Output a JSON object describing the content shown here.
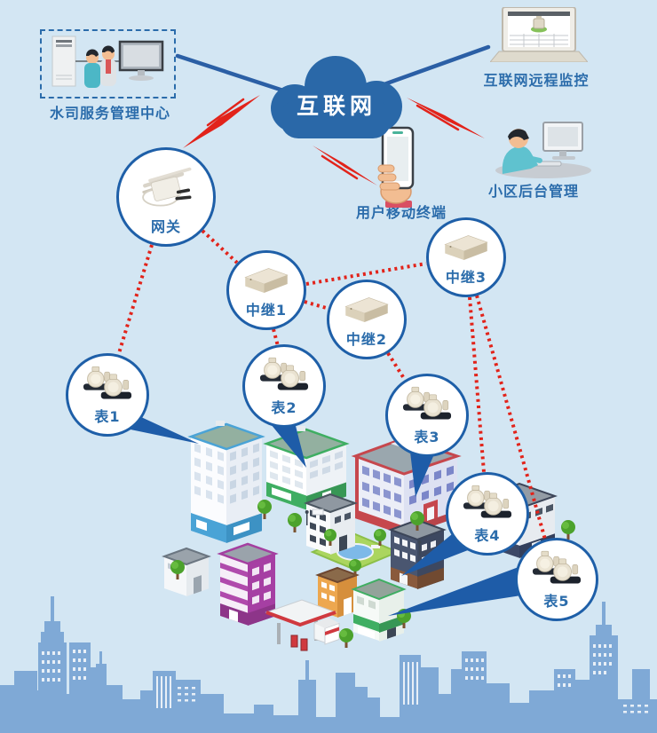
{
  "nodes": {
    "cloud": {
      "label": "互联网"
    },
    "management_center": {
      "label": "水司服务管理中心"
    },
    "remote_monitoring": {
      "label": "互联网远程监控"
    },
    "community_admin": {
      "label": "小区后台管理"
    },
    "mobile_terminal": {
      "label": "用户移动终端"
    },
    "gateway": {
      "label": "网关"
    },
    "relays": [
      {
        "label": "中继1"
      },
      {
        "label": "中继2"
      },
      {
        "label": "中继3"
      }
    ],
    "meters": [
      {
        "label": "表1"
      },
      {
        "label": "表2"
      },
      {
        "label": "表3"
      },
      {
        "label": "表4"
      },
      {
        "label": "表5"
      }
    ]
  },
  "connections": [
    {
      "from": "水司服务管理中心",
      "to": "互联网",
      "type": "solid"
    },
    {
      "from": "互联网",
      "to": "互联网远程监控",
      "type": "solid"
    },
    {
      "from": "互联网",
      "to": "网关",
      "type": "wireless"
    },
    {
      "from": "互联网",
      "to": "用户移动终端",
      "type": "wireless"
    },
    {
      "from": "互联网",
      "to": "小区后台管理",
      "type": "wireless"
    },
    {
      "from": "网关",
      "to": "表1",
      "type": "dotted"
    },
    {
      "from": "网关",
      "to": "中继1",
      "type": "dotted"
    },
    {
      "from": "中继1",
      "to": "表2",
      "type": "dotted"
    },
    {
      "from": "中继1",
      "to": "中继2",
      "type": "dotted"
    },
    {
      "from": "中继1",
      "to": "中继3",
      "type": "dotted"
    },
    {
      "from": "中继2",
      "to": "表3",
      "type": "dotted"
    },
    {
      "from": "中继3",
      "to": "表4",
      "type": "dotted"
    },
    {
      "from": "中继3",
      "to": "表5",
      "type": "dotted"
    }
  ],
  "colors": {
    "background": "#d3e6f3",
    "cloud_blue": "#2a68a8",
    "line_blue": "#2b5fa5",
    "circle_border_blue": "#1e5fa8",
    "label_blue": "#2b6cab",
    "signal_red": "#e2231a",
    "callout_blue": "#1e5ca8",
    "skyline_blue": "#7fa9d6"
  }
}
